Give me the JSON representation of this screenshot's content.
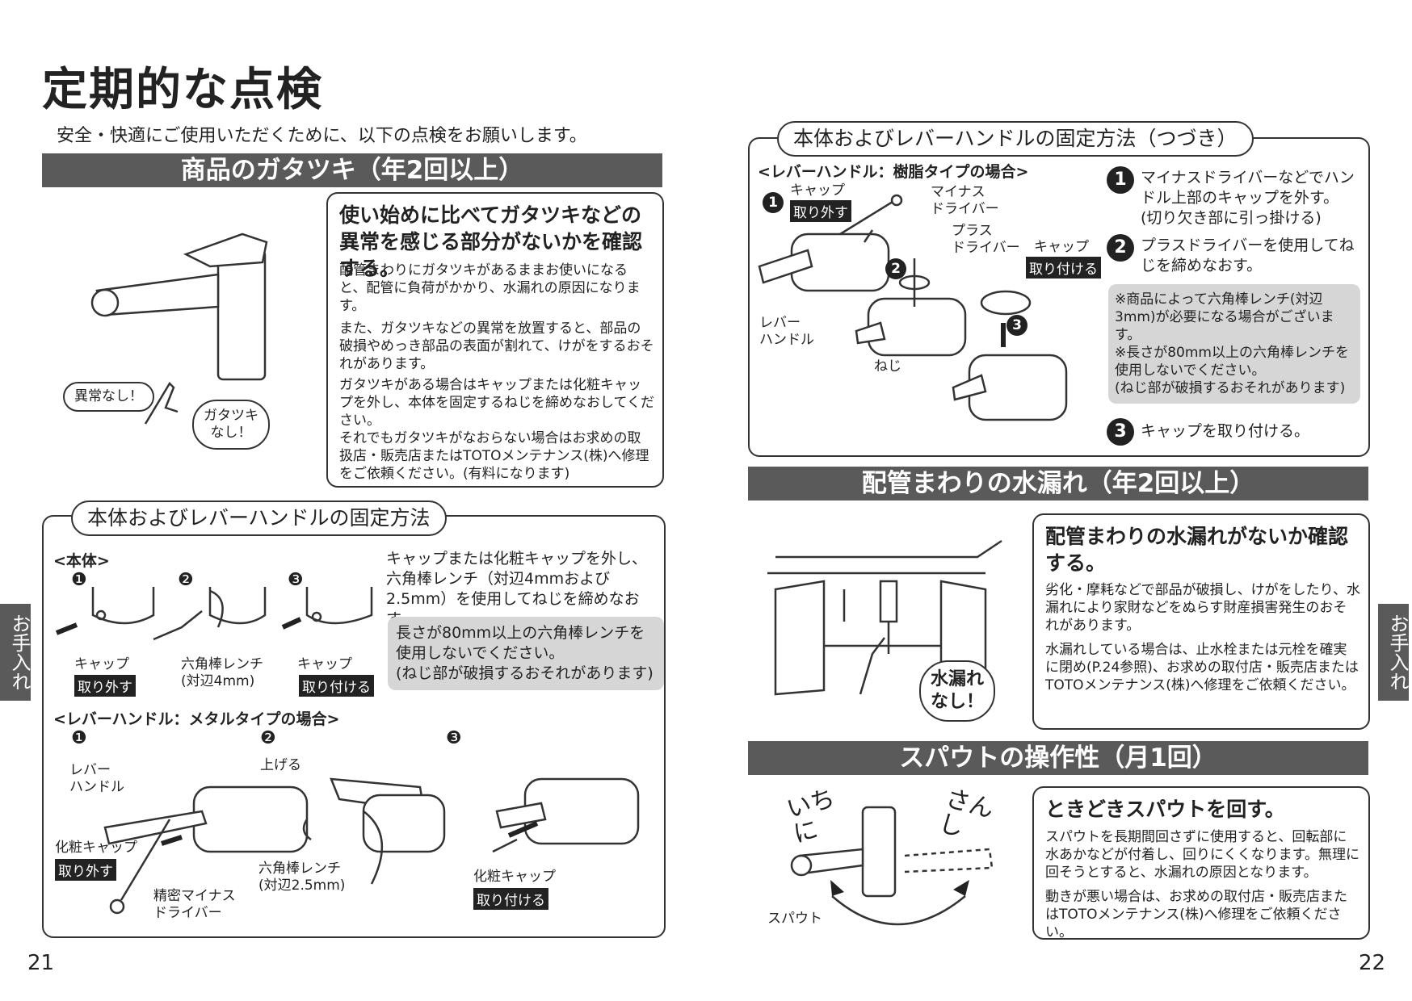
{
  "left": {
    "title": "定期的な点検",
    "intro": "安全・快適にご使用いただくために、以下の点検をお願いします。",
    "gatatsuki": {
      "bar": "商品のガタツキ（年2回以上）",
      "lead": "使い始めに比べてガタツキなどの異常を感じる部分がないかを確認する。",
      "p1": "配管まわりにガタツキがあるままお使いになると、配管に負荷がかかり、水漏れの原因になります。",
      "p2": "また、ガタツキなどの異常を放置すると、部品の破損やめっき部品の表面が割れて、けがをするおそれがあります。",
      "p3": "ガタツキがある場合はキャップまたは化粧キャップを外し、本体を固定するねじを締めなおしてください。\nそれでもガタツキがなおらない場合はお求めの取扱店・販売店またはTOTOメンテナンス(株)へ修理をご依頼ください。(有料になります)",
      "bubble1": "異常なし！",
      "bubble2": "ガタツキ\nなし！"
    },
    "fix": {
      "pill": "本体およびレバーハンドルの固定方法",
      "body_heading": "<本体>",
      "n1": "❶",
      "n2": "❷",
      "n3": "❸",
      "cap": "キャップ",
      "remove": "取り外す",
      "attach": "取り付ける",
      "hex": "六角棒レンチ\n(対辺4mm)",
      "instr": "キャップまたは化粧キャップを外し、六角棒レンチ（対辺4mmおよび2.5mm）を使用してねじを締めなおす。",
      "note": "長さが80mm以上の六角棒レンチを使用しないでください。\n(ねじ部が破損するおそれがあります)",
      "metal_heading": "<レバーハンドル：メタルタイプの場合>",
      "lever": "レバー\nハンドル",
      "kesho": "化粧キャップ",
      "precision": "精密マイナス\nドライバー",
      "lift": "上げる",
      "hex2": "六角棒レンチ\n(対辺2.5mm)"
    },
    "side": "お手入れ",
    "page": "21"
  },
  "right": {
    "cont": {
      "pill": "本体およびレバーハンドルの固定方法（つづき）",
      "heading": "<レバーハンドル：樹脂タイプの場合>",
      "cap": "キャップ",
      "remove": "取り外す",
      "attach": "取り付ける",
      "minus": "マイナス\nドライバー",
      "plus": "プラス\nドライバー",
      "lever": "レバー\nハンドル",
      "screw": "ねじ",
      "step1_num": "1",
      "step1": "マイナスドライバーなどでハンドル上部のキャップを外す。(切り欠き部に引っ掛ける)",
      "step2_num": "2",
      "step2": "プラスドライバーを使用してねじを締めなおす。",
      "note": "※商品によって六角棒レンチ(対辺3mm)が必要になる場合がございます。\n※長さが80mm以上の六角棒レンチを使用しないでください。\n(ねじ部が破損するおそれがあります)",
      "step3_num": "3",
      "step3": "キャップを取り付ける。"
    },
    "leak": {
      "bar": "配管まわりの水漏れ（年2回以上）",
      "lead": "配管まわりの水漏れがないか確認する。",
      "p1": "劣化・摩耗などで部品が破損し、けがをしたり、水漏れにより家財などをぬらす財産損害発生のおそれがあります。",
      "p2": "水漏れしている場合は、止水栓または元栓を確実に閉め(P.24参照)、お求めの取付店・販売店またはTOTOメンテナンス(株)へ修理をご依頼ください。",
      "bubble": "水漏れ\nなし！"
    },
    "spout": {
      "bar": "スパウトの操作性（月1回）",
      "lead": "ときどきスパウトを回す。",
      "p1": "スパウトを長期間回さずに使用すると、回転部に水あかなどが付着し、回りにくくなります。無理に回そうとすると、水漏れの原因となります。",
      "p2": "動きが悪い場合は、お求めの取付店・販売店またはTOTOメンテナンス(株)へ修理をご依頼ください。",
      "ichini": "いち\nに",
      "sanshi": "さん\nし",
      "spout_label": "スパウト"
    },
    "side": "お手入れ",
    "page": "22"
  }
}
